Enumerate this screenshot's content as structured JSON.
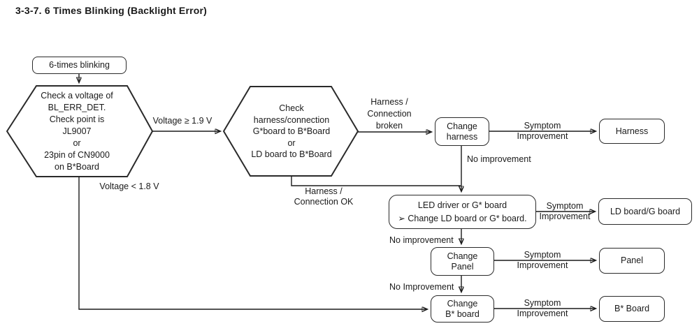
{
  "title": "3-3-7. 6 Times Blinking (Backlight Error)",
  "nodes": {
    "start": "6-times blinking",
    "check_voltage": "Check a voltage of\nBL_ERR_DET.\nCheck point is\nJL9007\nor\n23pin of CN9000\non B*Board",
    "check_harness": "Check\nharness/connection\nG*board to B*Board\nor\nLD board to B*Board",
    "change_harness": "Change\nharness",
    "harness": "Harness",
    "led_driver": {
      "line1": "LED driver or G* board",
      "line2": "➢ Change LD board or G* board."
    },
    "ld_board": "LD board/G board",
    "change_panel": "Change\nPanel",
    "panel": "Panel",
    "change_b_board": "Change\nB* board",
    "b_board": "B* Board"
  },
  "edge_labels": {
    "voltage_high": "Voltage ≥ 1.9 V",
    "voltage_low": "Voltage < 1.8 V",
    "harness_broken": "Harness /\nConnection\nbroken",
    "harness_ok": "Harness /\nConnection OK",
    "no_improvement_after_harness": "No improvement",
    "no_improvement_after_ld": "No improvement",
    "no_improvement_after_panel": "No Improvement",
    "symptom_improvement": "Symptom\nImprovement"
  },
  "colors": {
    "line": "#1a1a1a",
    "text": "#1a1a1a",
    "node_fill": "#ffffff"
  }
}
